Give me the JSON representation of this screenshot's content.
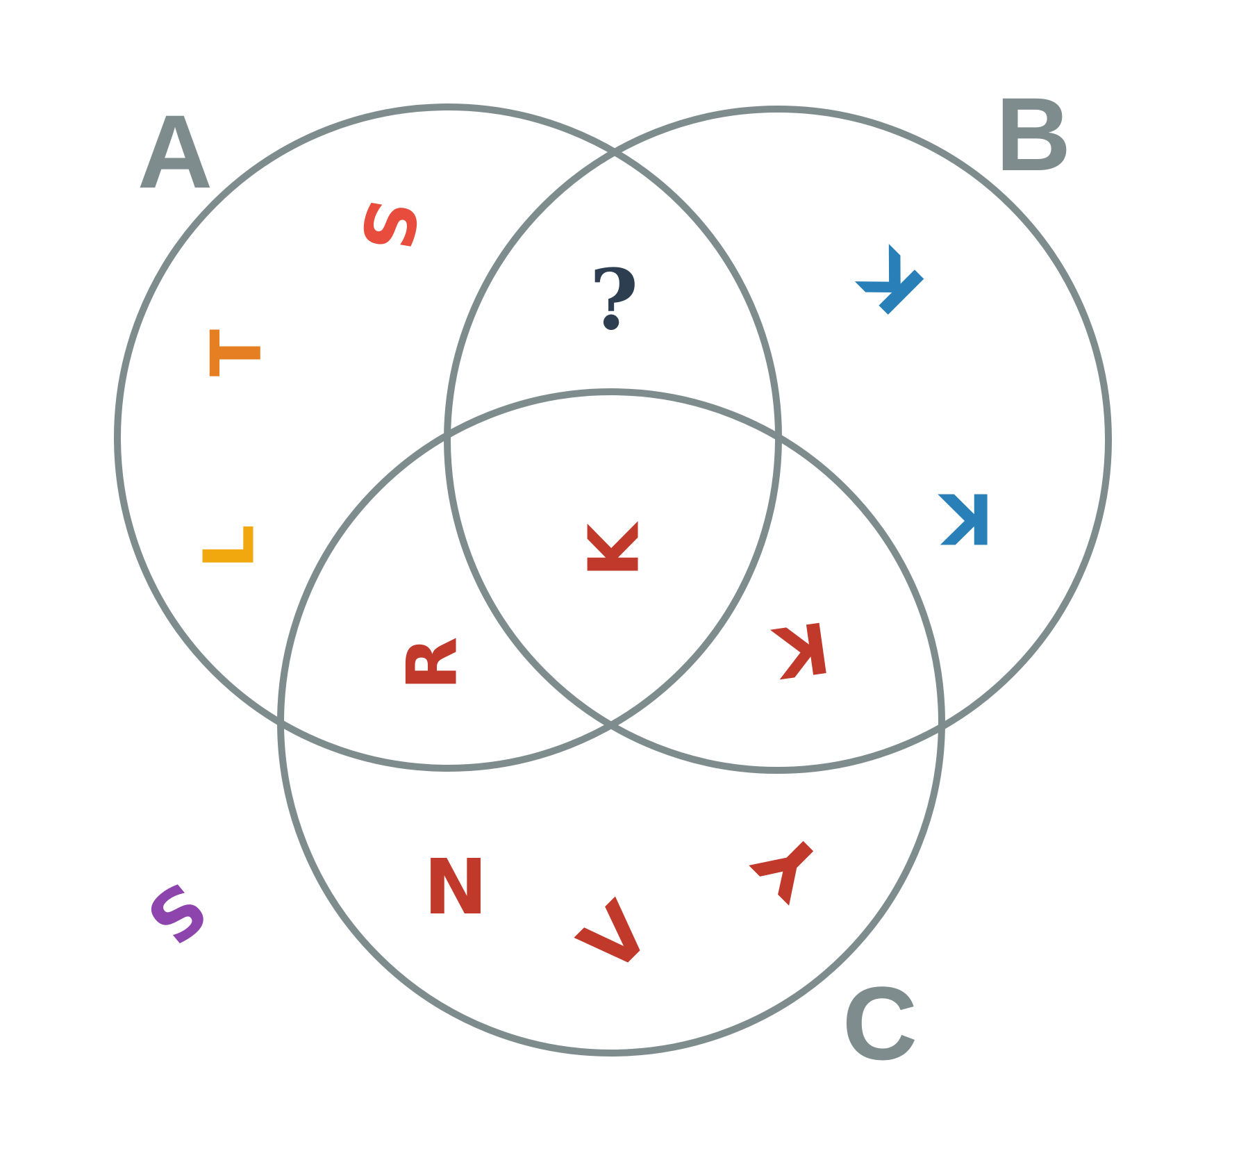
{
  "sets": {
    "a": {
      "label": "A"
    },
    "b": {
      "label": "B"
    },
    "c": {
      "label": "C"
    }
  },
  "colors": {
    "circle_stroke": "#7f8c8d",
    "red": "#e74c3c",
    "dark_red": "#c0392b",
    "orange": "#e67e22",
    "yellow": "#f1a80f",
    "blue": "#2980b9",
    "purple": "#8e44ad",
    "navy": "#2c3e50"
  },
  "regions": {
    "a_only": [
      {
        "text": "S",
        "color": "#e74c3c"
      },
      {
        "text": "T",
        "color": "#e67e22"
      },
      {
        "text": "L",
        "color": "#f1a80f"
      }
    ],
    "b_only": [
      {
        "text": "K",
        "color": "#2980b9"
      },
      {
        "text": "K",
        "color": "#2980b9"
      }
    ],
    "a_and_b": [
      {
        "text": "?",
        "color": "#2c3e50"
      }
    ],
    "a_b_c": [
      {
        "text": "K",
        "color": "#c0392b"
      }
    ],
    "a_and_c": [
      {
        "text": "R",
        "color": "#c0392b"
      }
    ],
    "b_and_c": [
      {
        "text": "K",
        "color": "#c0392b"
      }
    ],
    "c_only": [
      {
        "text": "N",
        "color": "#c0392b"
      },
      {
        "text": "V",
        "color": "#c0392b"
      },
      {
        "text": "Y",
        "color": "#c0392b"
      }
    ],
    "outside": [
      {
        "text": "S",
        "color": "#8e44ad"
      }
    ]
  }
}
